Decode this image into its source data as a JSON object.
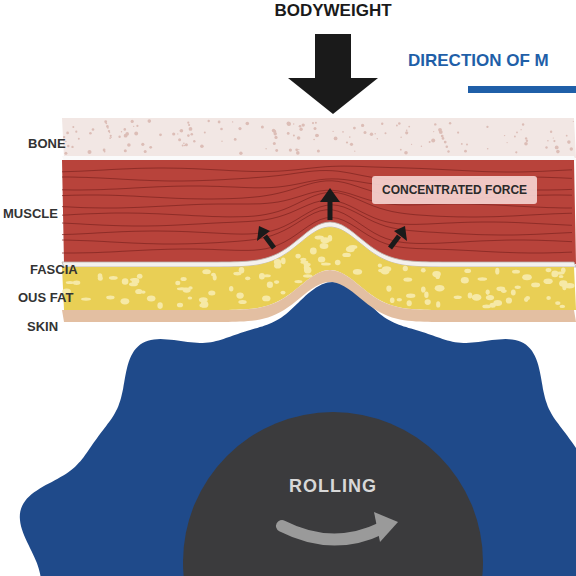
{
  "diagram": {
    "nodes": [
      {
        "text": [
          "CONCENTRATED FORCE"
        ]
      },
      {
        "text": [
          "ROLLING"
        ]
      }
    ],
    "labels": [
      "BODYWEIGHT",
      "DIRECTION OF M",
      "BONE",
      "MUSCLE",
      "FASCIA",
      "OUS FAT",
      "SKIN"
    ]
  }
}
